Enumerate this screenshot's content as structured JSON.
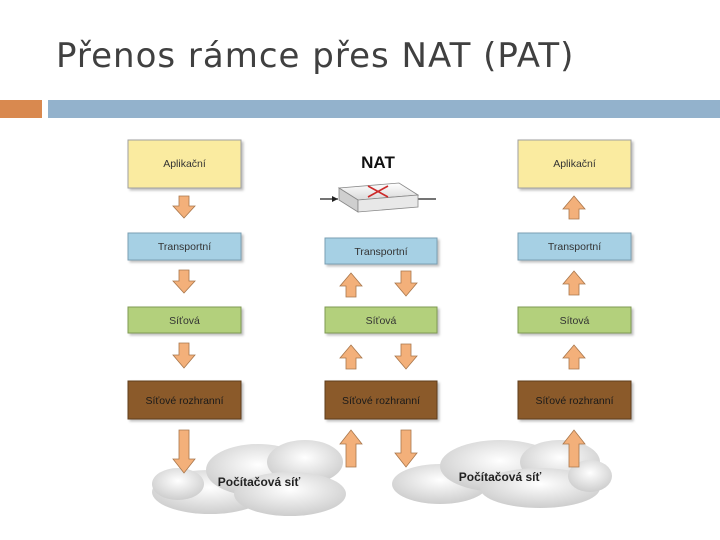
{
  "slide": {
    "title": "Přenos rámce přes NAT (PAT)"
  },
  "diagram": {
    "nat_label": "NAT",
    "left_stack": {
      "application": "Aplikační",
      "transport": "Transportní",
      "network": "Síťová",
      "interface": "Síťové rozhranní"
    },
    "nat_stack": {
      "transport": "Transportní",
      "network": "Síťová",
      "interface": "Síťové rozhranní"
    },
    "right_stack": {
      "application": "Aplikační",
      "transport": "Transportní",
      "network": "Sítová",
      "interface": "Síťové rozhranní"
    },
    "cloud_left_label": "Počítačová síť",
    "cloud_right_label": "Počítačová síť"
  },
  "colors": {
    "application": "#faeba0",
    "transport": "#a6d0e4",
    "network": "#b3d07c",
    "interface": "#8b5a2b",
    "arrow": "#f3b07a",
    "accent_orange": "#d9894f",
    "accent_blue": "#93b2cc"
  }
}
